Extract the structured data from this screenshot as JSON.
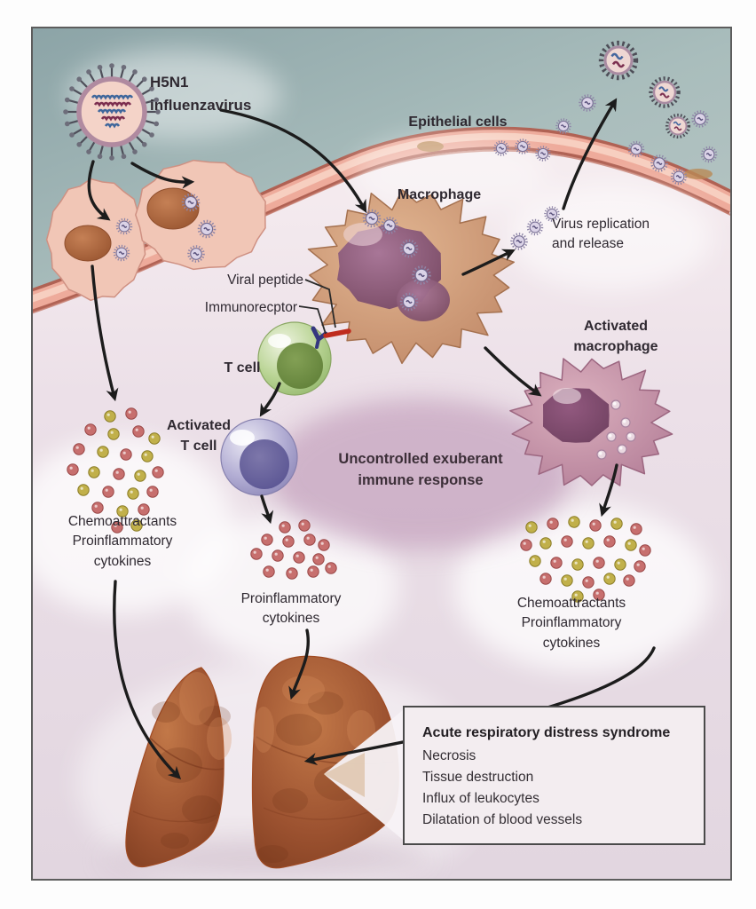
{
  "panel": {
    "labels": {
      "virus_name": "H5N1\ninfluenzavirus",
      "epithelial_cells": "Epithelial cells",
      "macrophage": "Macrophage",
      "virus_replication": "Virus replication\nand release",
      "viral_peptide": "Viral peptide",
      "immunoreceptor": "Immunorecptor",
      "t_cell": "T cell",
      "activated_t_cell": "Activated\nT cell",
      "uncontrolled": "Uncontrolled exuberant\nimmune response",
      "activated_macrophage": "Activated\nmacrophage",
      "chemo_left": "Chemoattractants\nProinflammatory\ncytokines",
      "cytokines_center": "Proinflammatory\ncytokines",
      "chemo_right": "Chemoattractants\nProinflammatory\ncytokines"
    },
    "ards_box": {
      "title": "Acute respiratory distress syndrome",
      "items": [
        "Necrosis",
        "Tissue destruction",
        "Influx of leukocytes",
        "Dilatation of blood vessels"
      ]
    },
    "colors": {
      "airway_teal": "#a9bdbc",
      "tissue_pink": "#e9dee6",
      "membrane_salmon": "#eeab9b",
      "arrow_black": "#1c1c1c",
      "red_dot": "#c76f6e",
      "yellow_dot": "#c1b04a",
      "immune_blur_purple": "#b487ab",
      "lung_brown": "#9c5230"
    }
  }
}
